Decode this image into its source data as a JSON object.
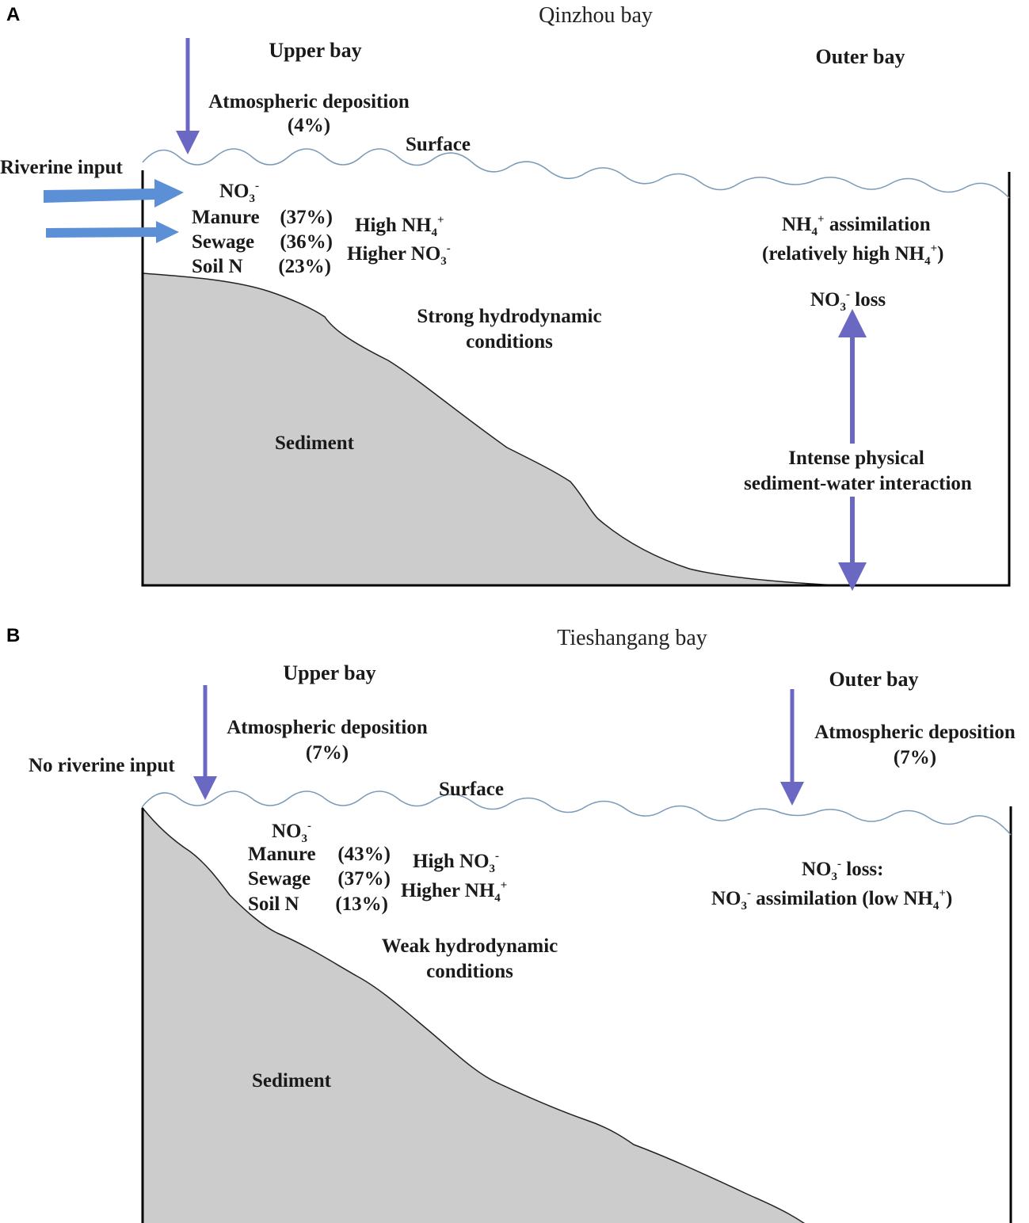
{
  "panel_a": {
    "letter": "A",
    "title": "Qinzhou bay",
    "upper_bay": "Upper bay",
    "outer_bay": "Outer bay",
    "atm_line1": "Atmospheric deposition",
    "atm_line2": "(4%)",
    "surface": "Surface",
    "riverine": "Riverine input",
    "no3": "NO",
    "src1_name": "Manure",
    "src1_pct": "(37%)",
    "src2_name": "Sewage",
    "src2_pct": "(36%)",
    "src3_name": "Soil N",
    "src3_pct": "(23%)",
    "high_label": "High NH",
    "higher_label": "Higher NO",
    "hydro_line1": "Strong hydrodynamic",
    "hydro_line2": "conditions",
    "sediment": "Sediment",
    "nh4_assim_pre": "NH",
    "nh4_assim_post": " assimilation",
    "rel_high_pre": "(relatively high NH",
    "rel_high_post": ")",
    "no3_loss_pre": "NO",
    "no3_loss_post": " loss",
    "intense_line1": "Intense physical",
    "intense_line2": "sediment-water interaction"
  },
  "panel_b": {
    "letter": "B",
    "title": "Tieshangang bay",
    "upper_bay": "Upper bay",
    "outer_bay": "Outer bay",
    "atm_line1": "Atmospheric deposition",
    "atm_line2": "(7%)",
    "atm2_line1": "Atmospheric deposition",
    "atm2_line2": "(7%)",
    "no_riverine": "No riverine input",
    "surface": "Surface",
    "no3": "NO",
    "src1_name": "Manure",
    "src1_pct": "(43%)",
    "src2_name": "Sewage",
    "src2_pct": "(37%)",
    "src3_name": "Soil N",
    "src3_pct": "(13%)",
    "high_label": "High NO",
    "higher_label": "Higher NH",
    "hydro_line1": "Weak hydrodynamic",
    "hydro_line2": "conditions",
    "sediment": "Sediment",
    "loss_pre": "NO",
    "loss_post": " loss:",
    "assim_pre": "NO",
    "assim_mid": " assimilation (low NH",
    "assim_post": ")"
  },
  "chem": {
    "sub3": "3",
    "sub4": "4",
    "minus": "-",
    "plus": "+"
  },
  "colors": {
    "arrow": "#6b68c4",
    "river_arrow": "#5b8fd6",
    "sediment": "#cccccc",
    "wave": "#7a9ab8"
  }
}
